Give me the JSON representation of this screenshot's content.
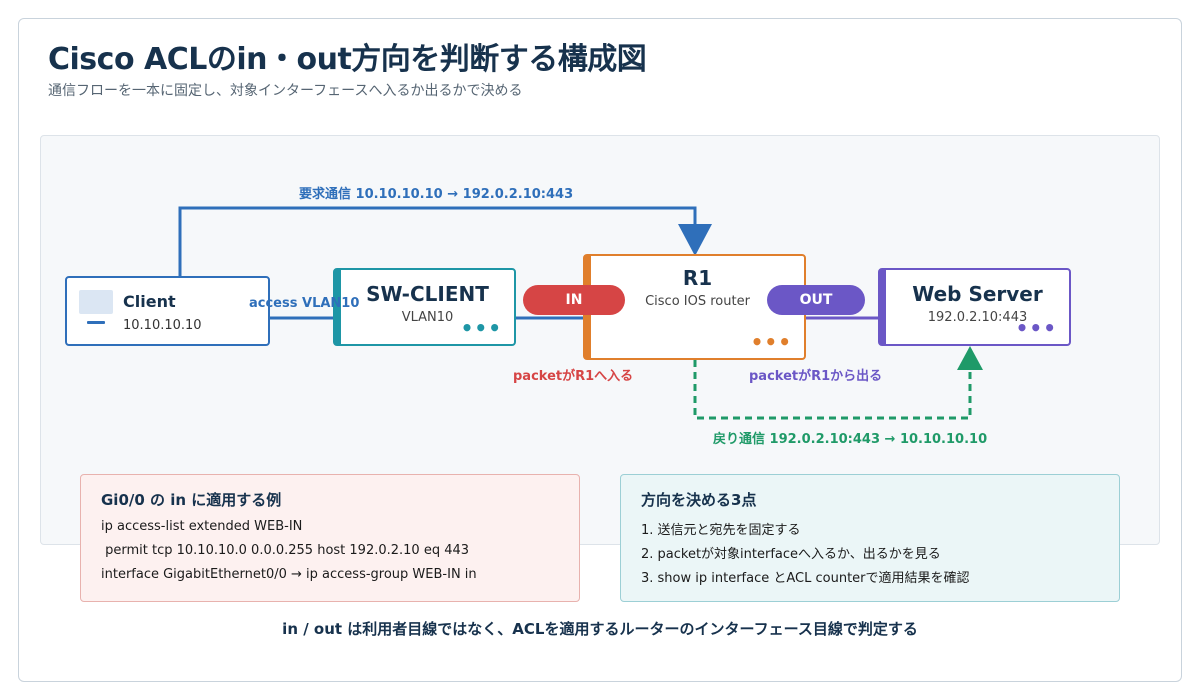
{
  "header": {
    "title": "Cisco ACLのin・out方向を判断する構成図",
    "subtitle": "通信フローを一本に固定し、対象インターフェースへ入るか出るかで決める"
  },
  "nodes": {
    "client": {
      "name": "Client",
      "ip": "10.10.10.10"
    },
    "switch": {
      "name": "SW-CLIENT",
      "sub": "VLAN10",
      "dots": "•••"
    },
    "router": {
      "name": "R1",
      "sub": "Cisco IOS router",
      "dots": "•••"
    },
    "server": {
      "name": "Web Server",
      "sub": "192.0.2.10:443",
      "dots": "•••"
    }
  },
  "pills": {
    "in": "IN",
    "out": "OUT"
  },
  "labels": {
    "request": "要求通信 10.10.10.10 → 192.0.2.10:443",
    "access": "access VLAN10",
    "packet_in": "packetがR1へ入る",
    "packet_out": "packetがR1から出る",
    "return": "戻り通信 192.0.2.10:443 → 10.10.10.10"
  },
  "cards": {
    "example": {
      "title": "Gi0/0 の in に適用する例",
      "lines": [
        "ip access-list extended WEB-IN",
        " permit tcp 10.10.10.0 0.0.0.255 host 192.0.2.10 eq 443",
        "interface GigabitEthernet0/0 → ip access-group WEB-IN in"
      ]
    },
    "points": {
      "title": "方向を決める3点",
      "lines": [
        "1. 送信元と宛先を固定する",
        "2. packetが対象interfaceへ入るか、出るかを見る",
        "3. show ip interface とACL counterで適用結果を確認"
      ]
    }
  },
  "footer": "in / out は利用者目線ではなく、ACLを適用するルーターのインターフェース目線で判定する",
  "colors": {
    "client": "#2f6fba",
    "switch": "#1e96a6",
    "router": "#e07f2c",
    "server": "#6b57c6",
    "in": "#d64545",
    "return": "#1f9a68"
  }
}
